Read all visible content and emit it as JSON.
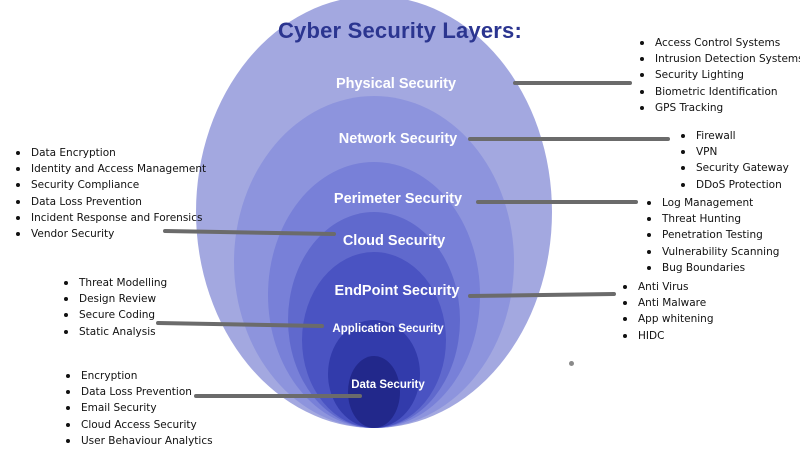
{
  "title": "Cyber Security Layers:",
  "colors": {
    "title": "#2b3590",
    "connector": "#6b6b6b",
    "rings": [
      "#a3a8e0",
      "#8d94dd",
      "#7880d8",
      "#6069cd",
      "#4a53c2",
      "#323bab",
      "#22288b"
    ]
  },
  "layers": [
    {
      "name": "Physical Security"
    },
    {
      "name": "Network Security"
    },
    {
      "name": "Perimeter Security"
    },
    {
      "name": "Cloud Security"
    },
    {
      "name": "EndPoint Security"
    },
    {
      "name": "Application Security"
    },
    {
      "name": "Data Security"
    }
  ],
  "lists": {
    "physical": [
      "Access Control Systems",
      "Intrusion Detection Systems",
      "Security Lighting",
      "Biometric Identification",
      "GPS Tracking"
    ],
    "network": [
      "Firewall",
      "VPN",
      "Security Gateway",
      "DDoS Protection"
    ],
    "perimeter": [
      "Log Management",
      "Threat Hunting",
      "Penetration Testing",
      "Vulnerability Scanning",
      "Bug Boundaries"
    ],
    "cloud": [
      "Data Encryption",
      "Identity and Access Management",
      "Security Compliance",
      "Data Loss Prevention",
      "Incident Response and Forensics",
      "Vendor Security"
    ],
    "endpoint": [
      "Anti Virus",
      "Anti Malware",
      "App whitening",
      "HIDC"
    ],
    "application": [
      "Threat Modelling",
      "Design Review",
      "Secure Coding",
      "Static Analysis"
    ],
    "data": [
      "Encryption",
      "Data Loss Prevention",
      "Email Security",
      "Cloud Access Security",
      "User Behaviour Analytics"
    ]
  }
}
